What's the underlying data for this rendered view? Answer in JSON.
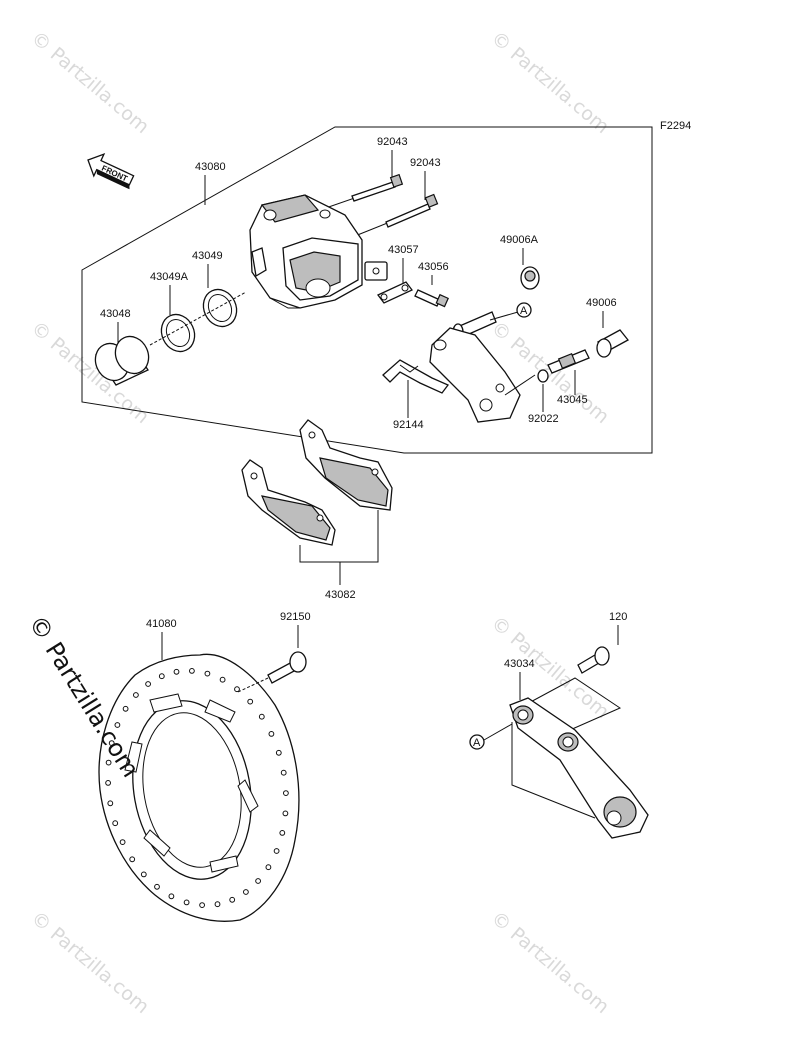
{
  "diagram_id": "F2294",
  "front_label": "FRONT",
  "watermark": "© Partzilla.com",
  "ref_marker": "A",
  "parts": {
    "p92043a": "92043",
    "p92043b": "92043",
    "p43080": "43080",
    "p43049": "43049",
    "p43049A": "43049A",
    "p43048": "43048",
    "p43057": "43057",
    "p43056": "43056",
    "p49006A": "49006A",
    "p49006": "49006",
    "p43045": "43045",
    "p92022": "92022",
    "p92144": "92144",
    "p43082": "43082",
    "p41080": "41080",
    "p92150": "92150",
    "p120": "120",
    "p43034": "43034"
  }
}
